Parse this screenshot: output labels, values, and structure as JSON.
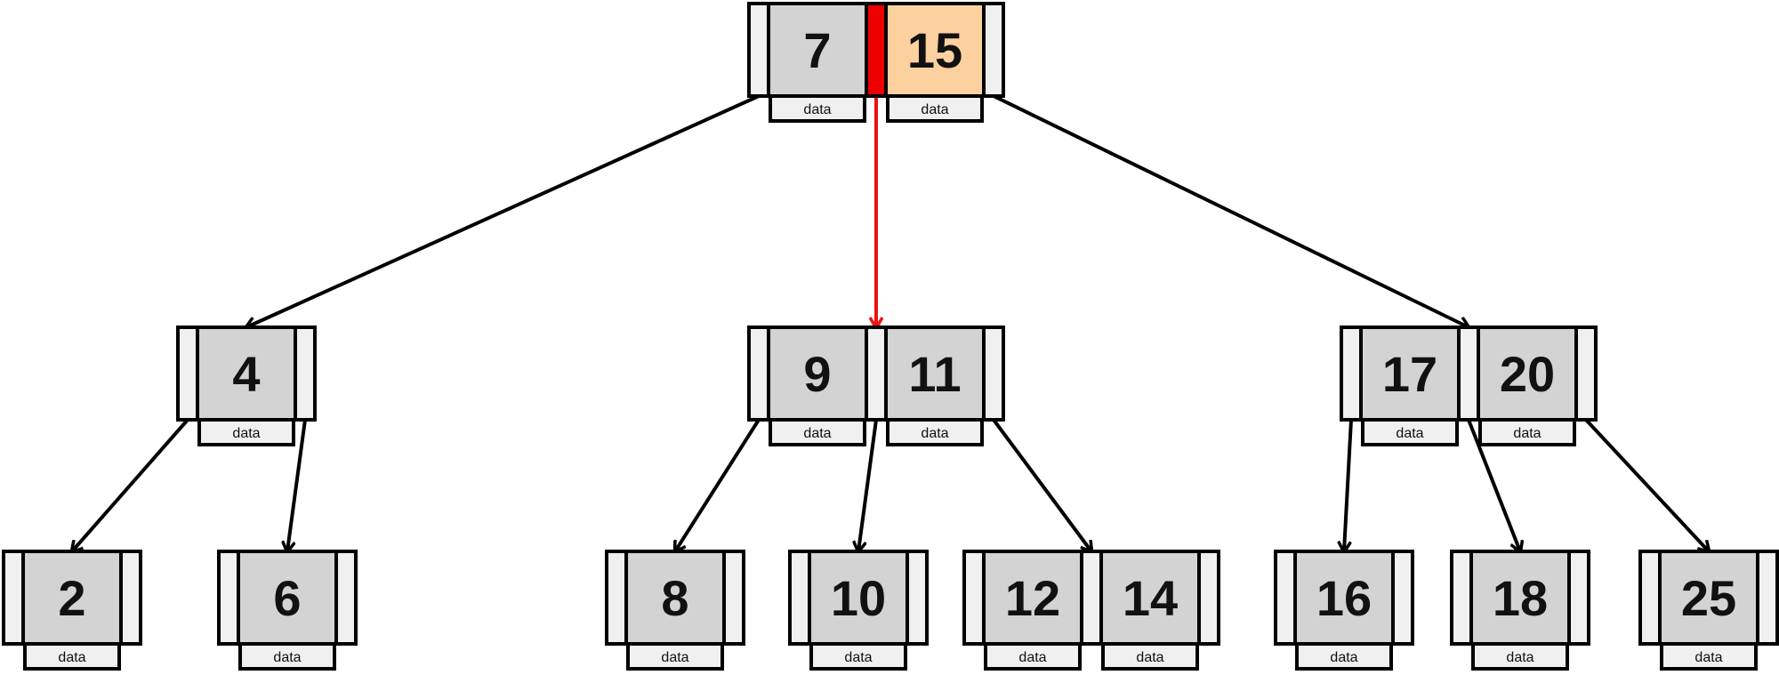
{
  "colors": {
    "key_fill": "#d3d3d3",
    "key_highlight_fill": "#fdd09f",
    "pointer_fill": "#f0f0f0",
    "pointer_highlight_fill": "#ee0000",
    "data_fill": "#f0f0f0",
    "edge": "#000000",
    "edge_highlight": "#ee1111"
  },
  "tree": {
    "nodes": [
      {
        "id": "root",
        "level": 0,
        "keys": [
          {
            "key": "7",
            "data": "data"
          },
          {
            "key": "15",
            "data": "data",
            "highlight": true
          }
        ],
        "highlight_pointer": 1
      },
      {
        "id": "n4",
        "level": 1,
        "keys": [
          {
            "key": "4",
            "data": "data"
          }
        ]
      },
      {
        "id": "n9_11",
        "level": 1,
        "keys": [
          {
            "key": "9",
            "data": "data"
          },
          {
            "key": "11",
            "data": "data"
          }
        ]
      },
      {
        "id": "n17_20",
        "level": 1,
        "keys": [
          {
            "key": "17",
            "data": "data"
          },
          {
            "key": "20",
            "data": "data"
          }
        ]
      },
      {
        "id": "n2",
        "level": 2,
        "keys": [
          {
            "key": "2",
            "data": "data"
          }
        ]
      },
      {
        "id": "n6",
        "level": 2,
        "keys": [
          {
            "key": "6",
            "data": "data"
          }
        ]
      },
      {
        "id": "n8",
        "level": 2,
        "keys": [
          {
            "key": "8",
            "data": "data"
          }
        ]
      },
      {
        "id": "n10",
        "level": 2,
        "keys": [
          {
            "key": "10",
            "data": "data"
          }
        ]
      },
      {
        "id": "n12_14",
        "level": 2,
        "keys": [
          {
            "key": "12",
            "data": "data"
          },
          {
            "key": "14",
            "data": "data"
          }
        ]
      },
      {
        "id": "n16",
        "level": 2,
        "keys": [
          {
            "key": "16",
            "data": "data"
          }
        ]
      },
      {
        "id": "n18",
        "level": 2,
        "keys": [
          {
            "key": "18",
            "data": "data"
          }
        ]
      },
      {
        "id": "n25",
        "level": 2,
        "keys": [
          {
            "key": "25",
            "data": "data"
          }
        ]
      }
    ],
    "edges": [
      {
        "from": "root",
        "pointer": 0,
        "to": "n4"
      },
      {
        "from": "root",
        "pointer": 1,
        "to": "n9_11",
        "highlight": true
      },
      {
        "from": "root",
        "pointer": 2,
        "to": "n17_20"
      },
      {
        "from": "n4",
        "pointer": 0,
        "to": "n2"
      },
      {
        "from": "n4",
        "pointer": 1,
        "to": "n6"
      },
      {
        "from": "n9_11",
        "pointer": 0,
        "to": "n8"
      },
      {
        "from": "n9_11",
        "pointer": 1,
        "to": "n10"
      },
      {
        "from": "n9_11",
        "pointer": 2,
        "to": "n12_14"
      },
      {
        "from": "n17_20",
        "pointer": 0,
        "to": "n16"
      },
      {
        "from": "n17_20",
        "pointer": 1,
        "to": "n18"
      },
      {
        "from": "n17_20",
        "pointer": 2,
        "to": "n25"
      }
    ]
  }
}
